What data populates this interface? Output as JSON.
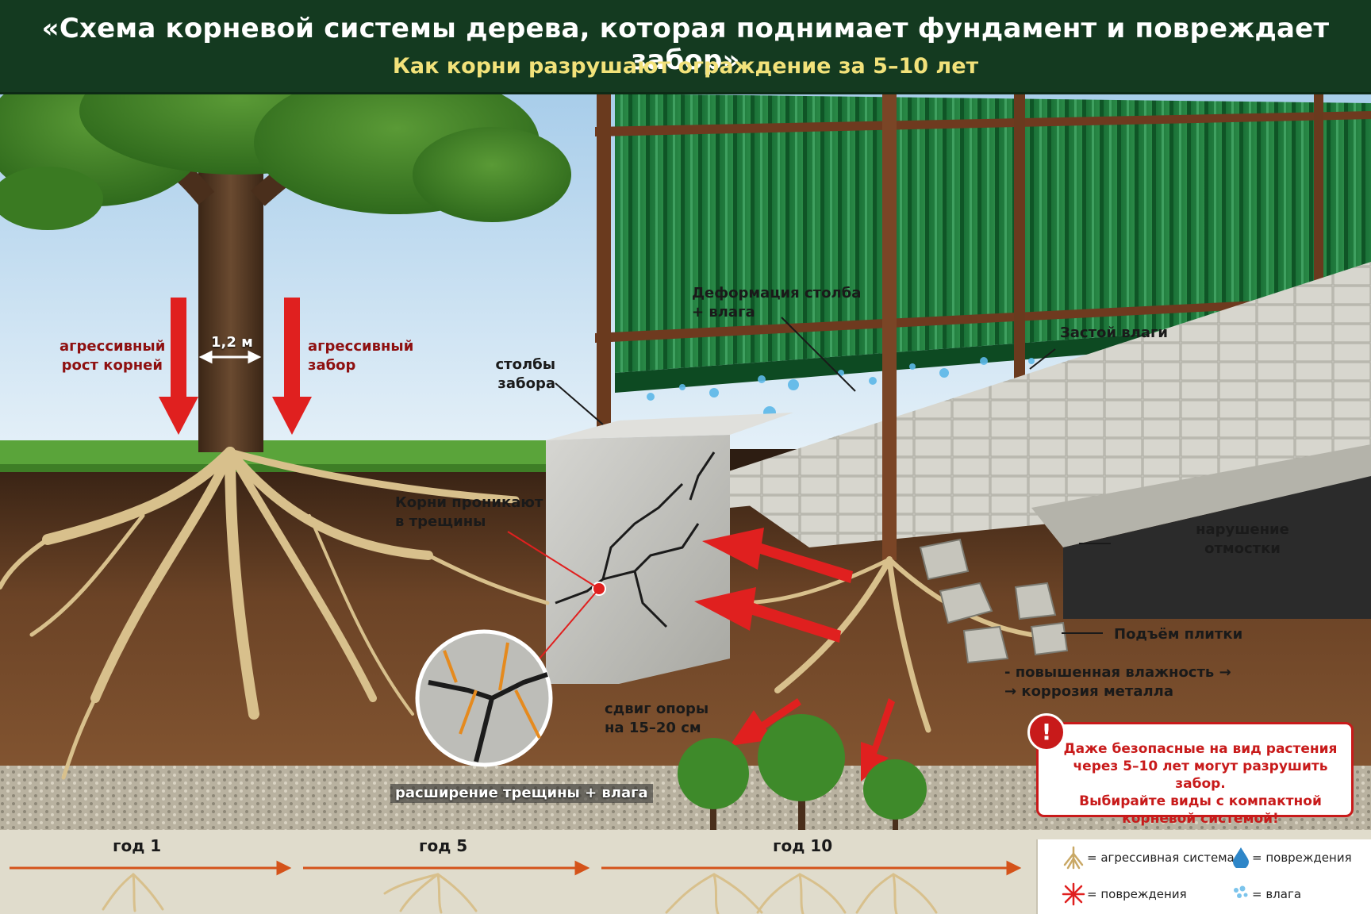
{
  "header": {
    "title": "«Схема корневой системы дерева, которая поднимает фундамент и повреждает забор»",
    "subtitle": "Как корни разрушают ограждение за 5–10 лет"
  },
  "labels": {
    "left_arrow": "агрессивный\nрост корней",
    "right_arrow": "агрессивный\nзабор",
    "width_measure": "1,2 м",
    "fence_posts": "столбы\nзабора",
    "post_deformation": "Деформация столба\n+ влага",
    "water_stagnation": "Застой влаги",
    "roots_penetrate": "Корни проникают\nв трещины",
    "blind_area": "нарушение\nотмостки",
    "tile_lift": "Подъём плитки",
    "humidity_corrosion": "- повышенная влажность →\n→ коррозия металла",
    "support_shift": "сдвиг опоры\nна 15–20 см",
    "crack_expansion": "расширение трещины + влага"
  },
  "warning": {
    "text": "Даже безопасные на вид растения\nчерез 5–10 лет могут разрушить забор.\nВыбирайте виды с компактной\nкорневой системой!"
  },
  "timeline": {
    "stages": [
      "год 1",
      "год 5",
      "год 10"
    ]
  },
  "legend": {
    "aggressive_system": "= агрессивная система",
    "damage_drop": "= повреждения",
    "damage_burst": "= повреждения",
    "moisture": "= влага"
  },
  "colors": {
    "header_bg": "#143a20",
    "subtitle": "#f2e27a",
    "fence": "#1f7a3d",
    "arrow": "#e0201f",
    "warning": "#c81a1a"
  }
}
